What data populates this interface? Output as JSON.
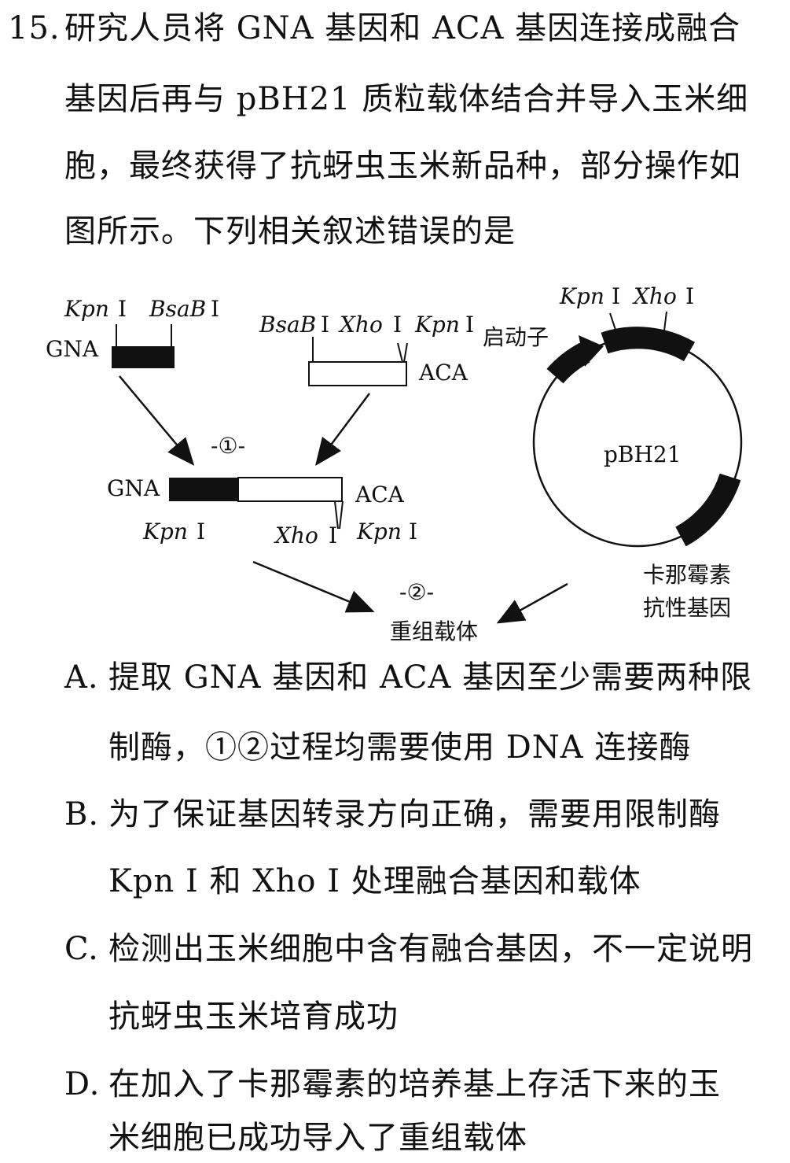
{
  "question": {
    "number": "15.",
    "lines": [
      "研究人员将 GNA 基因和 ACA 基因连接成融合",
      "基因后再与 pBH21 质粒载体结合并导入玉米细",
      "胞，最终获得了抗蚜虫玉米新品种，部分操作如",
      "图所示。下列相关叙述错误的是"
    ]
  },
  "figure": {
    "gna_top": {
      "label": "GNA",
      "site1": "Kpn",
      "site1_roman": "Ⅰ",
      "site2": "BsaB",
      "site2_roman": "Ⅰ"
    },
    "aca_top": {
      "label": "ACA",
      "site1": "BsaB",
      "site1_roman": "Ⅰ",
      "site2": "Xho",
      "site2_roman": "Ⅰ",
      "site3": "Kpn",
      "site3_roman": "Ⅰ"
    },
    "step1": "-①-",
    "fusion": {
      "left_label": "GNA",
      "right_label": "ACA",
      "site_left": "Kpn",
      "site_left_roman": "Ⅰ",
      "site_mid": "Xho",
      "site_mid_roman": "Ⅰ",
      "site_right": "Kpn",
      "site_right_roman": "Ⅰ"
    },
    "plasmid": {
      "name": "pBH21",
      "promoter": "启动子",
      "site1": "Kpn",
      "site1_roman": "Ⅰ",
      "site2": "Xho",
      "site2_roman": "Ⅰ",
      "resistance_line1": "卡那霉素",
      "resistance_line2": "抗性基因"
    },
    "step2": "-②-",
    "product": "重组载体"
  },
  "options": [
    {
      "letter": "A.",
      "lines": [
        "提取 GNA 基因和 ACA 基因至少需要两种限",
        "制酶，①②过程均需要使用 DNA 连接酶"
      ]
    },
    {
      "letter": "B.",
      "lines": [
        "为了保证基因转录方向正确，需要用限制酶",
        "Kpn Ⅰ 和 Xho Ⅰ 处理融合基因和载体"
      ]
    },
    {
      "letter": "C.",
      "lines": [
        "检测出玉米细胞中含有融合基因，不一定说明",
        "抗蚜虫玉米培育成功"
      ]
    },
    {
      "letter": "D.",
      "lines": [
        "在加入了卡那霉素的培养基上存活下来的玉",
        "米细胞已成功导入了重组载体"
      ]
    }
  ]
}
